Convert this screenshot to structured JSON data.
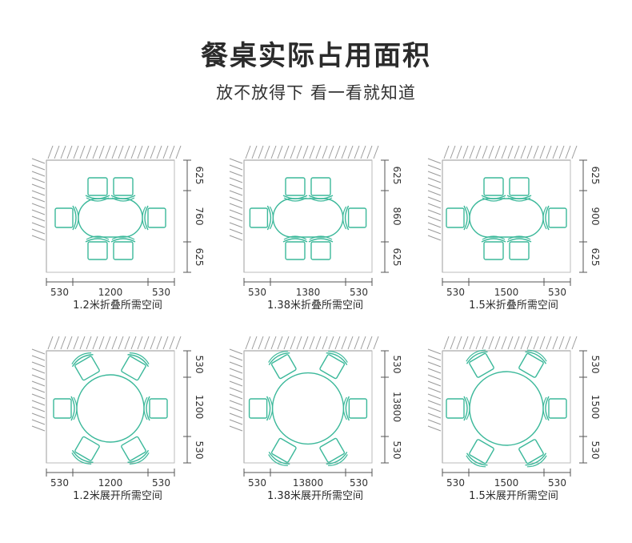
{
  "title": "餐桌实际占用面积",
  "subtitle": "放不放得下  看一看就知道",
  "colors": {
    "table": "#3bb89a",
    "wall": "#9a9a9a",
    "text": "#2b2b2b"
  },
  "panels": [
    {
      "caption": "1.2米折叠所需空间",
      "mode": "folded",
      "bottom": [
        "530",
        "1200",
        "530"
      ],
      "side": [
        "625",
        "760",
        "625"
      ],
      "table_size": 1200
    },
    {
      "caption": "1.38米折叠所需空间",
      "mode": "folded",
      "bottom": [
        "530",
        "1380",
        "530"
      ],
      "side": [
        "625",
        "860",
        "625"
      ],
      "table_size": 1380
    },
    {
      "caption": "1.5米折叠所需空间",
      "mode": "folded",
      "bottom": [
        "530",
        "1500",
        "530"
      ],
      "side": [
        "625",
        "900",
        "625"
      ],
      "table_size": 1500
    },
    {
      "caption": "1.2米展开所需空间",
      "mode": "round",
      "bottom": [
        "530",
        "1200",
        "530"
      ],
      "side": [
        "530",
        "1200",
        "530"
      ],
      "table_size": 1200
    },
    {
      "caption": "1.38米展开所需空间",
      "mode": "round",
      "bottom": [
        "530",
        "13800",
        "530"
      ],
      "side": [
        "530",
        "13800",
        "530"
      ],
      "table_size": 1380
    },
    {
      "caption": "1.5米展开所需空间",
      "mode": "round",
      "bottom": [
        "530",
        "1500",
        "530"
      ],
      "side": [
        "530",
        "1500",
        "530"
      ],
      "table_size": 1500
    }
  ]
}
